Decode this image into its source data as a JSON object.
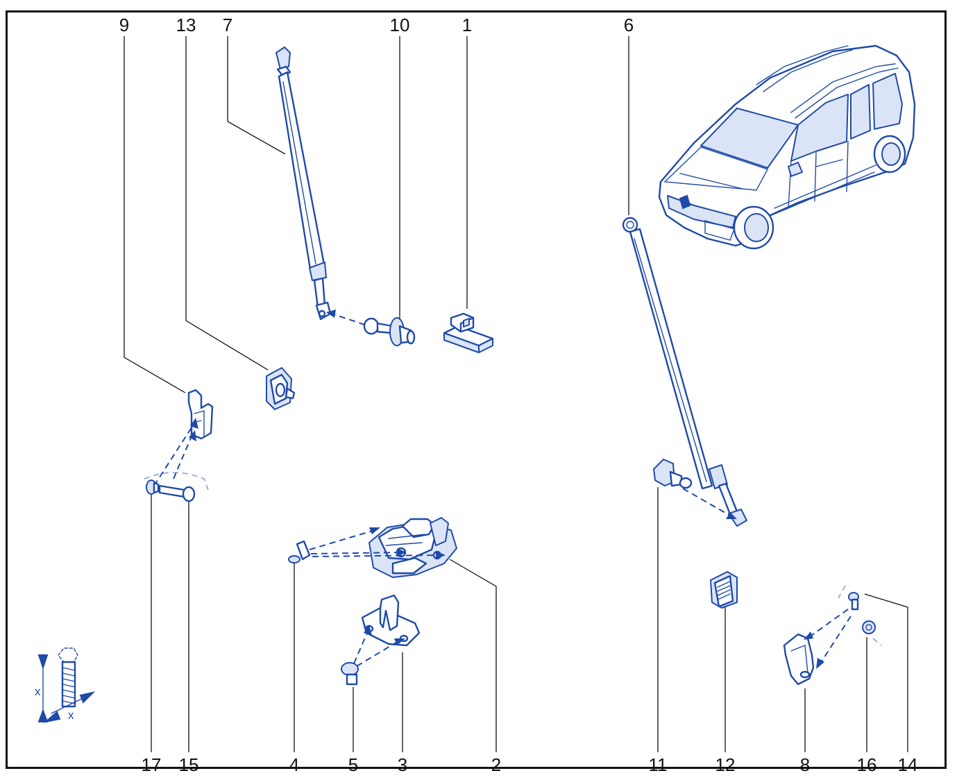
{
  "callouts": [
    {
      "id": "9",
      "label": "9"
    },
    {
      "id": "13",
      "label": "13"
    },
    {
      "id": "7",
      "label": "7"
    },
    {
      "id": "10",
      "label": "10"
    },
    {
      "id": "1",
      "label": "1"
    },
    {
      "id": "6",
      "label": "6"
    },
    {
      "id": "17",
      "label": "17"
    },
    {
      "id": "15",
      "label": "15"
    },
    {
      "id": "4",
      "label": "4"
    },
    {
      "id": "5",
      "label": "5"
    },
    {
      "id": "3",
      "label": "3"
    },
    {
      "id": "2",
      "label": "2"
    },
    {
      "id": "11",
      "label": "11"
    },
    {
      "id": "12",
      "label": "12"
    },
    {
      "id": "8",
      "label": "8"
    },
    {
      "id": "16",
      "label": "16"
    },
    {
      "id": "14",
      "label": "14"
    }
  ],
  "torque_detail": {
    "dimension_label_vertical": "x",
    "dimension_label_horizontal": "x"
  },
  "colors": {
    "line_art": "#1f4aa8",
    "callout_text": "#111111",
    "frame": "#111111"
  }
}
